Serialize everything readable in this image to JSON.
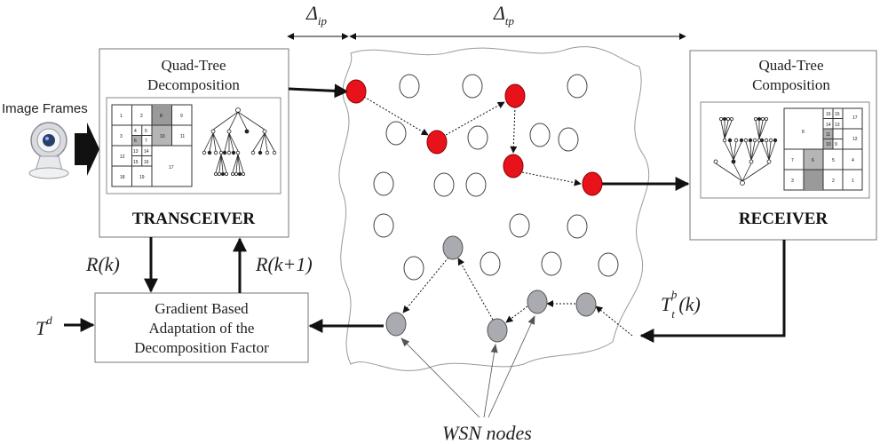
{
  "labels": {
    "image_frames": "Image Frames",
    "delta_ip": "Δ",
    "delta_ip_sub": "ip",
    "delta_tp": "Δ",
    "delta_tp_sub": "tp",
    "wsn_nodes": "WSN nodes",
    "r_k": "R(k)",
    "r_k1": "R(k+1)",
    "t_d": "T",
    "t_d_sup": "d",
    "t_b_main": "T",
    "t_b_sub": "t",
    "t_b_sup": "b",
    "t_b_arg": "(k)"
  },
  "transceiver": {
    "title_line1": "Quad-Tree",
    "title_line2": "Decomposition",
    "label": "TRANSCEIVER"
  },
  "receiver": {
    "title_line1": "Quad-Tree",
    "title_line2": "Composition",
    "label": "RECEIVER"
  },
  "adaptation": {
    "line1": "Gradient Based",
    "line2": "Adaptation of the",
    "line3": "Decomposition Factor"
  },
  "colors": {
    "forward_path_nodes": "#e8121b",
    "feedback_path_nodes": "#a9abb0",
    "idle_nodes": "#ffffff",
    "grid_gray": "#9a9a9a"
  },
  "quadtree_left": {
    "cells": [
      "1",
      "2",
      "8",
      "9",
      "3",
      "4",
      "5",
      "10",
      "11",
      "6",
      "7",
      "12",
      "13",
      "14",
      "15",
      "16",
      "17",
      "18",
      "19"
    ]
  },
  "quadtree_right": {
    "cells": [
      "17",
      "16",
      "15",
      "14",
      "13",
      "12",
      "11",
      "10",
      "9",
      "8",
      "7",
      "6",
      "5",
      "4",
      "3",
      "2",
      "1"
    ]
  }
}
